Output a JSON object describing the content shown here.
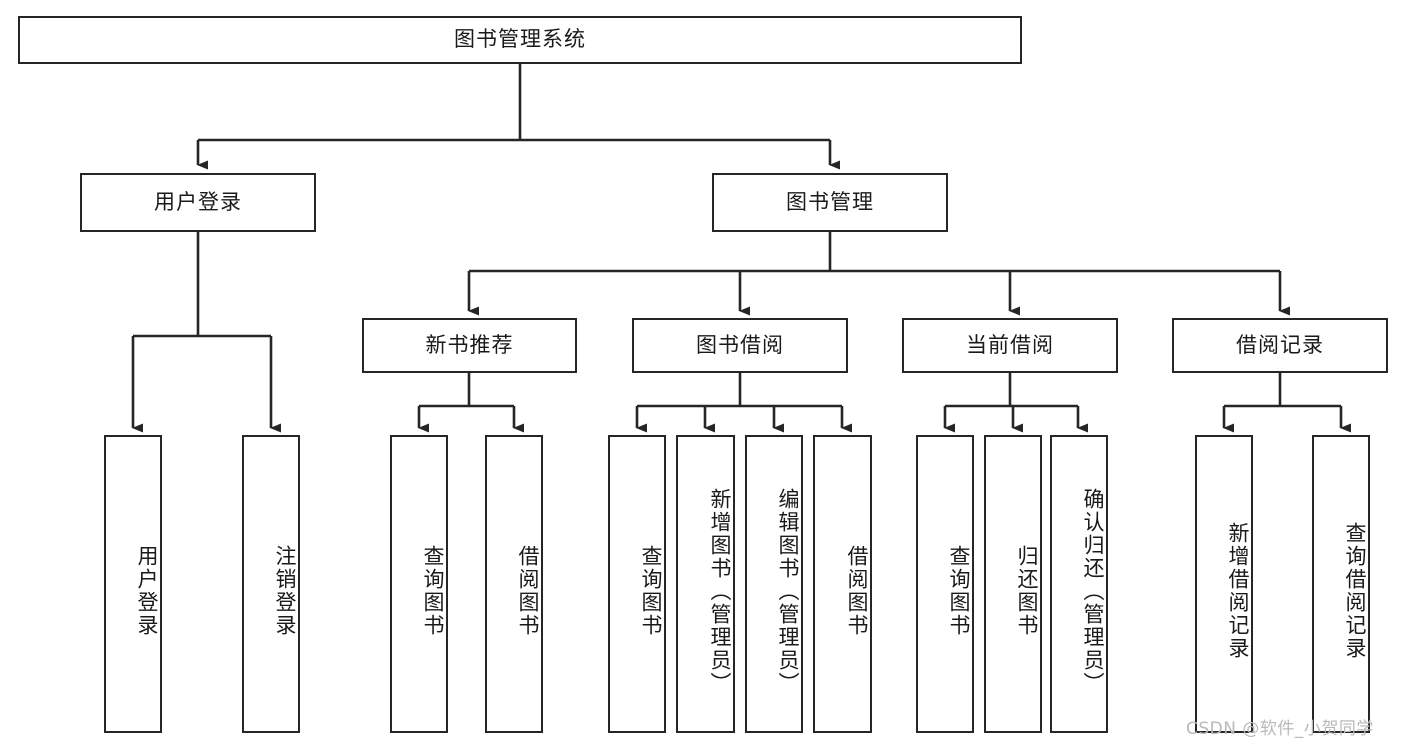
{
  "diagram": {
    "title": "图书管理系统",
    "type": "hierarchy-tree",
    "root": {
      "label": "图书管理系统"
    },
    "level1": [
      {
        "label": "用户登录"
      },
      {
        "label": "图书管理"
      }
    ],
    "level2": [
      {
        "label": "新书推荐"
      },
      {
        "label": "图书借阅"
      },
      {
        "label": "当前借阅"
      },
      {
        "label": "借阅记录"
      }
    ],
    "leaves": {
      "user_login": [
        {
          "label": "用户登录"
        },
        {
          "label": "注销登录"
        }
      ],
      "new_book_recommend": [
        {
          "label": "查询图书"
        },
        {
          "label": "借阅图书"
        }
      ],
      "book_borrow": [
        {
          "label": "查询图书"
        },
        {
          "label": "新增图书（管理员）"
        },
        {
          "label": "编辑图书（管理员）"
        },
        {
          "label": "借阅图书"
        }
      ],
      "current_borrow": [
        {
          "label": "查询图书"
        },
        {
          "label": "归还图书"
        },
        {
          "label": "确认归还（管理员）"
        }
      ],
      "borrow_record": [
        {
          "label": "新增借阅记录"
        },
        {
          "label": "查询借阅记录"
        }
      ]
    }
  },
  "watermark": {
    "text": "CSDN @软件_小贺同学"
  },
  "colors": {
    "stroke": "#262626",
    "text": "#1a1a1a",
    "background": "#ffffff",
    "watermark": "#b9b9b9"
  }
}
